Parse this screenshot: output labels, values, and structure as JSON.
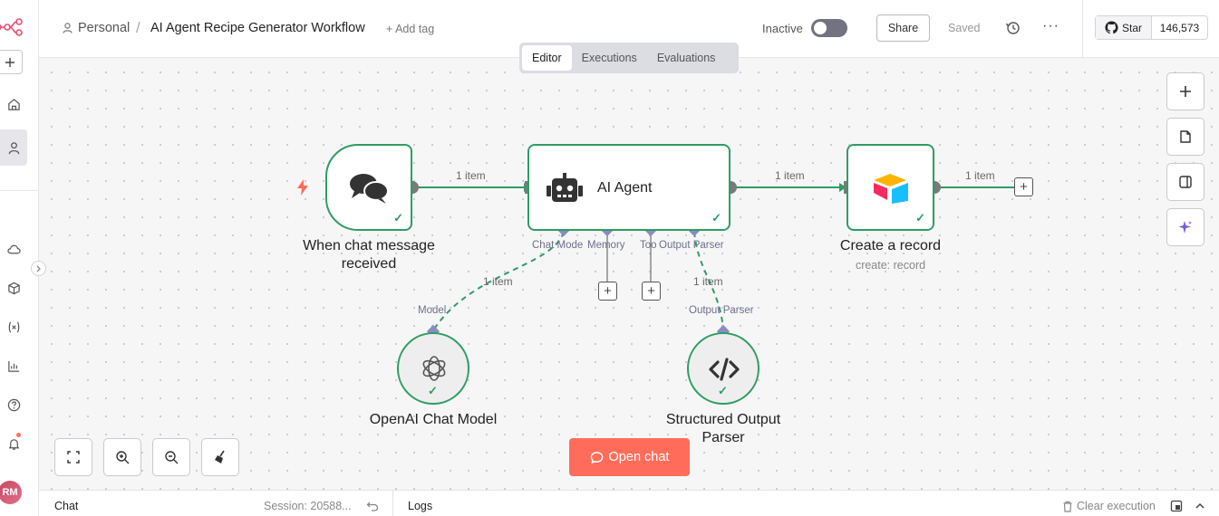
{
  "header": {
    "project": "Personal",
    "workflow_title": "AI Agent Recipe Generator Workflow",
    "add_tag": "+ Add tag",
    "status_label": "Inactive",
    "share_label": "Share",
    "saved_label": "Saved",
    "github_star": "Star",
    "github_count": "146,573"
  },
  "tabs": [
    "Editor",
    "Executions",
    "Evaluations"
  ],
  "nodes": {
    "chat_trigger": {
      "label_line1": "When chat message",
      "label_line2": "received"
    },
    "ai_agent": {
      "label": "AI Agent"
    },
    "airtable": {
      "label": "Create a record",
      "subtitle": "create: record"
    },
    "openai": {
      "label": "OpenAI Chat Model"
    },
    "parser": {
      "label_line1": "Structured Output",
      "label_line2": "Parser"
    }
  },
  "edges": {
    "e1": "1 item",
    "e2": "1 item",
    "e3": "1 item",
    "e4": "1 item",
    "e5": "1 item"
  },
  "ports": {
    "chat_model": "Chat Mode",
    "memory": "Memory",
    "tool": "Too",
    "output_parser": "Output Parser",
    "model_in": "Model",
    "parser_in": "Output Parser"
  },
  "open_chat": "Open chat",
  "bottom": {
    "chat": "Chat",
    "session": "Session: 20588...",
    "logs": "Logs",
    "clear": "Clear execution"
  },
  "avatar": "RM",
  "colors": {
    "success": "#2f9d63",
    "accent": "#ff6d5a",
    "port": "#8b8bc4"
  }
}
